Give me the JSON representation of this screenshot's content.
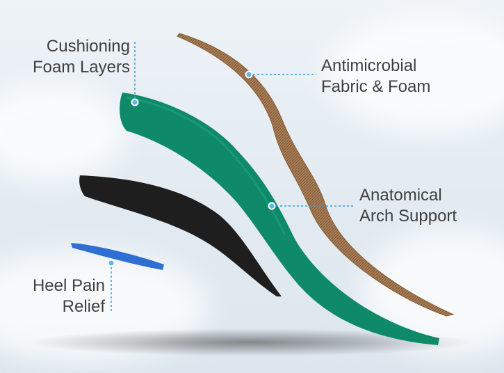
{
  "labels": {
    "cushioning": {
      "line1": "Cushioning",
      "line2": "Foam Layers"
    },
    "antimicrobial": {
      "line1": "Antimicrobial",
      "line2": "Fabric & Foam"
    },
    "arch": {
      "line1": "Anatomical",
      "line2": "Arch Support"
    },
    "heel": {
      "line1": "Heel Pain",
      "line2": "Relief"
    }
  },
  "colors": {
    "label_text": "#3f3f3f",
    "leader_line": "#3a9bd5",
    "green_layer": "#0e8a69",
    "black_layer": "#1e1e1e",
    "brown_layer": "#a97f57",
    "blue_pad": "#2f6fd4"
  }
}
